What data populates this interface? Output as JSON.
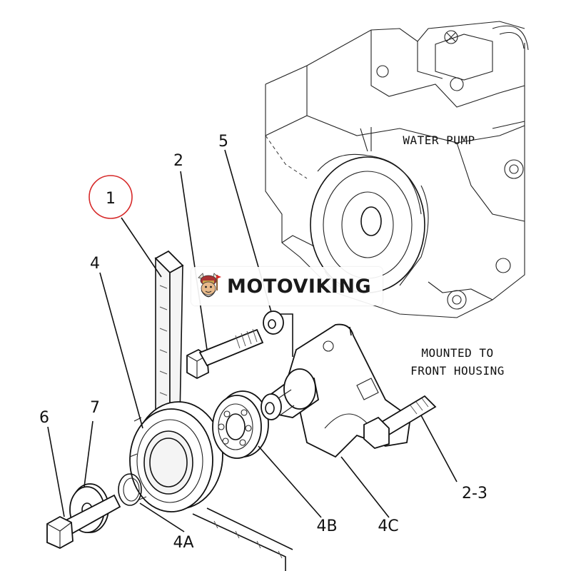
{
  "diagram": {
    "notes": {
      "water_pump": "WATER PUMP",
      "mounted_line1": "MOUNTED TO",
      "mounted_line2": "FRONT HOUSING"
    },
    "callouts": {
      "c1": "1",
      "c2": "2",
      "c4": "4",
      "c5": "5",
      "c6": "6",
      "c7": "7",
      "c4a": "4A",
      "c4b": "4B",
      "c4c": "4C",
      "c23": "2-3"
    },
    "highlight_color": "#d62828",
    "highlighted_callout": "1"
  },
  "watermark": {
    "text": "MOTOVIKING",
    "icon": "viking-mascot-icon"
  }
}
